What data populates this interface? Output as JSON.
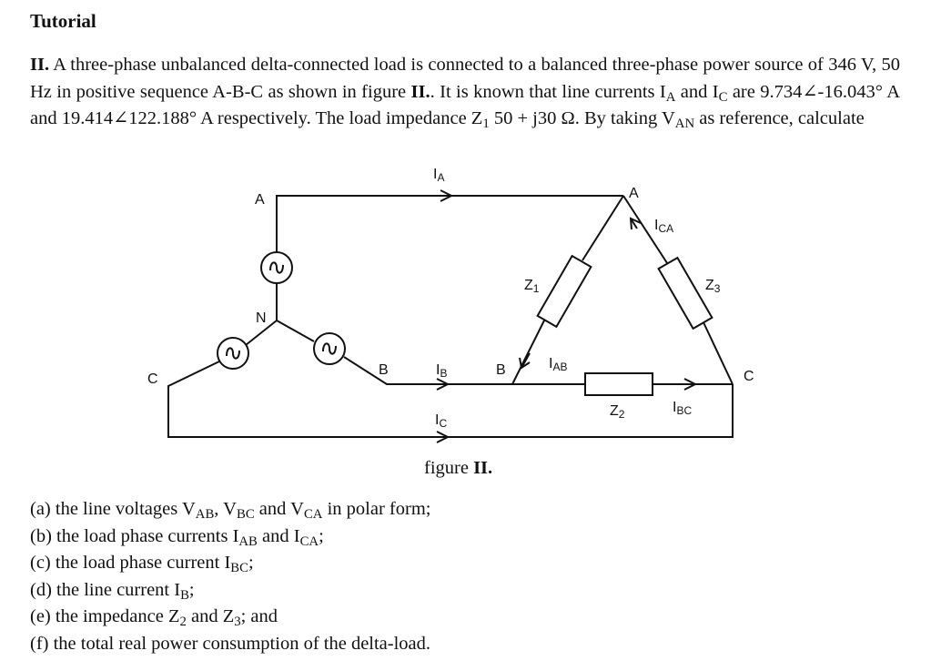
{
  "heading": "Tutorial",
  "problem": {
    "number": "II.",
    "text_1": " A three-phase unbalanced delta-connected load is connected to a balanced three-phase power source of 346 V, 50 Hz in positive sequence A-B-C as shown in figure ",
    "figure_ref": "II.",
    "text_2": ". It is known that line currents I",
    "sub_a": "A",
    "text_3": " and I",
    "sub_c": "C",
    "text_4": " are 9.734∠-16.043° A and 19.414∠122.188° A respectively. The load impedance Z",
    "sub_1": "1",
    "text_5": " 50 + j30 Ω. By taking V",
    "sub_an": "AN",
    "text_6": " as reference, calculate"
  },
  "figure": {
    "source_a": "A",
    "source_b": "B",
    "source_c": "C",
    "neutral": "N",
    "load_a": "A",
    "load_b": "B",
    "load_c": "C",
    "i_a": "I",
    "i_a_sub": "A",
    "i_b": "I",
    "i_b_sub": "B",
    "i_c": "I",
    "i_c_sub": "C",
    "i_ab": "I",
    "i_ab_sub": "AB",
    "i_bc": "I",
    "i_bc_sub": "BC",
    "i_ca": "I",
    "i_ca_sub": "CA",
    "z1": "Z",
    "z1_sub": "1",
    "z2": "Z",
    "z2_sub": "2",
    "z3": "Z",
    "z3_sub": "3",
    "caption_text": "figure ",
    "caption_num": "II."
  },
  "questions": {
    "a_1": "(a) the line voltages V",
    "a_sub_ab": "AB",
    "a_2": ", V",
    "a_sub_bc": "BC",
    "a_3": " and V",
    "a_sub_ca": "CA",
    "a_4": " in polar form;",
    "b_1": "(b) the load phase currents I",
    "b_sub_ab": "AB",
    "b_2": " and I",
    "b_sub_ca": "CA",
    "b_3": ";",
    "c_1": "(c) the load phase current I",
    "c_sub_bc": "BC",
    "c_2": ";",
    "d_1": "(d) the line current I",
    "d_sub_b": "B",
    "d_2": ";",
    "e_1": "(e) the impedance Z",
    "e_sub_2": "2",
    "e_2": " and Z",
    "e_sub_3": "3",
    "e_3": "; and",
    "f_1": "(f) the total real power consumption of the delta-load."
  }
}
